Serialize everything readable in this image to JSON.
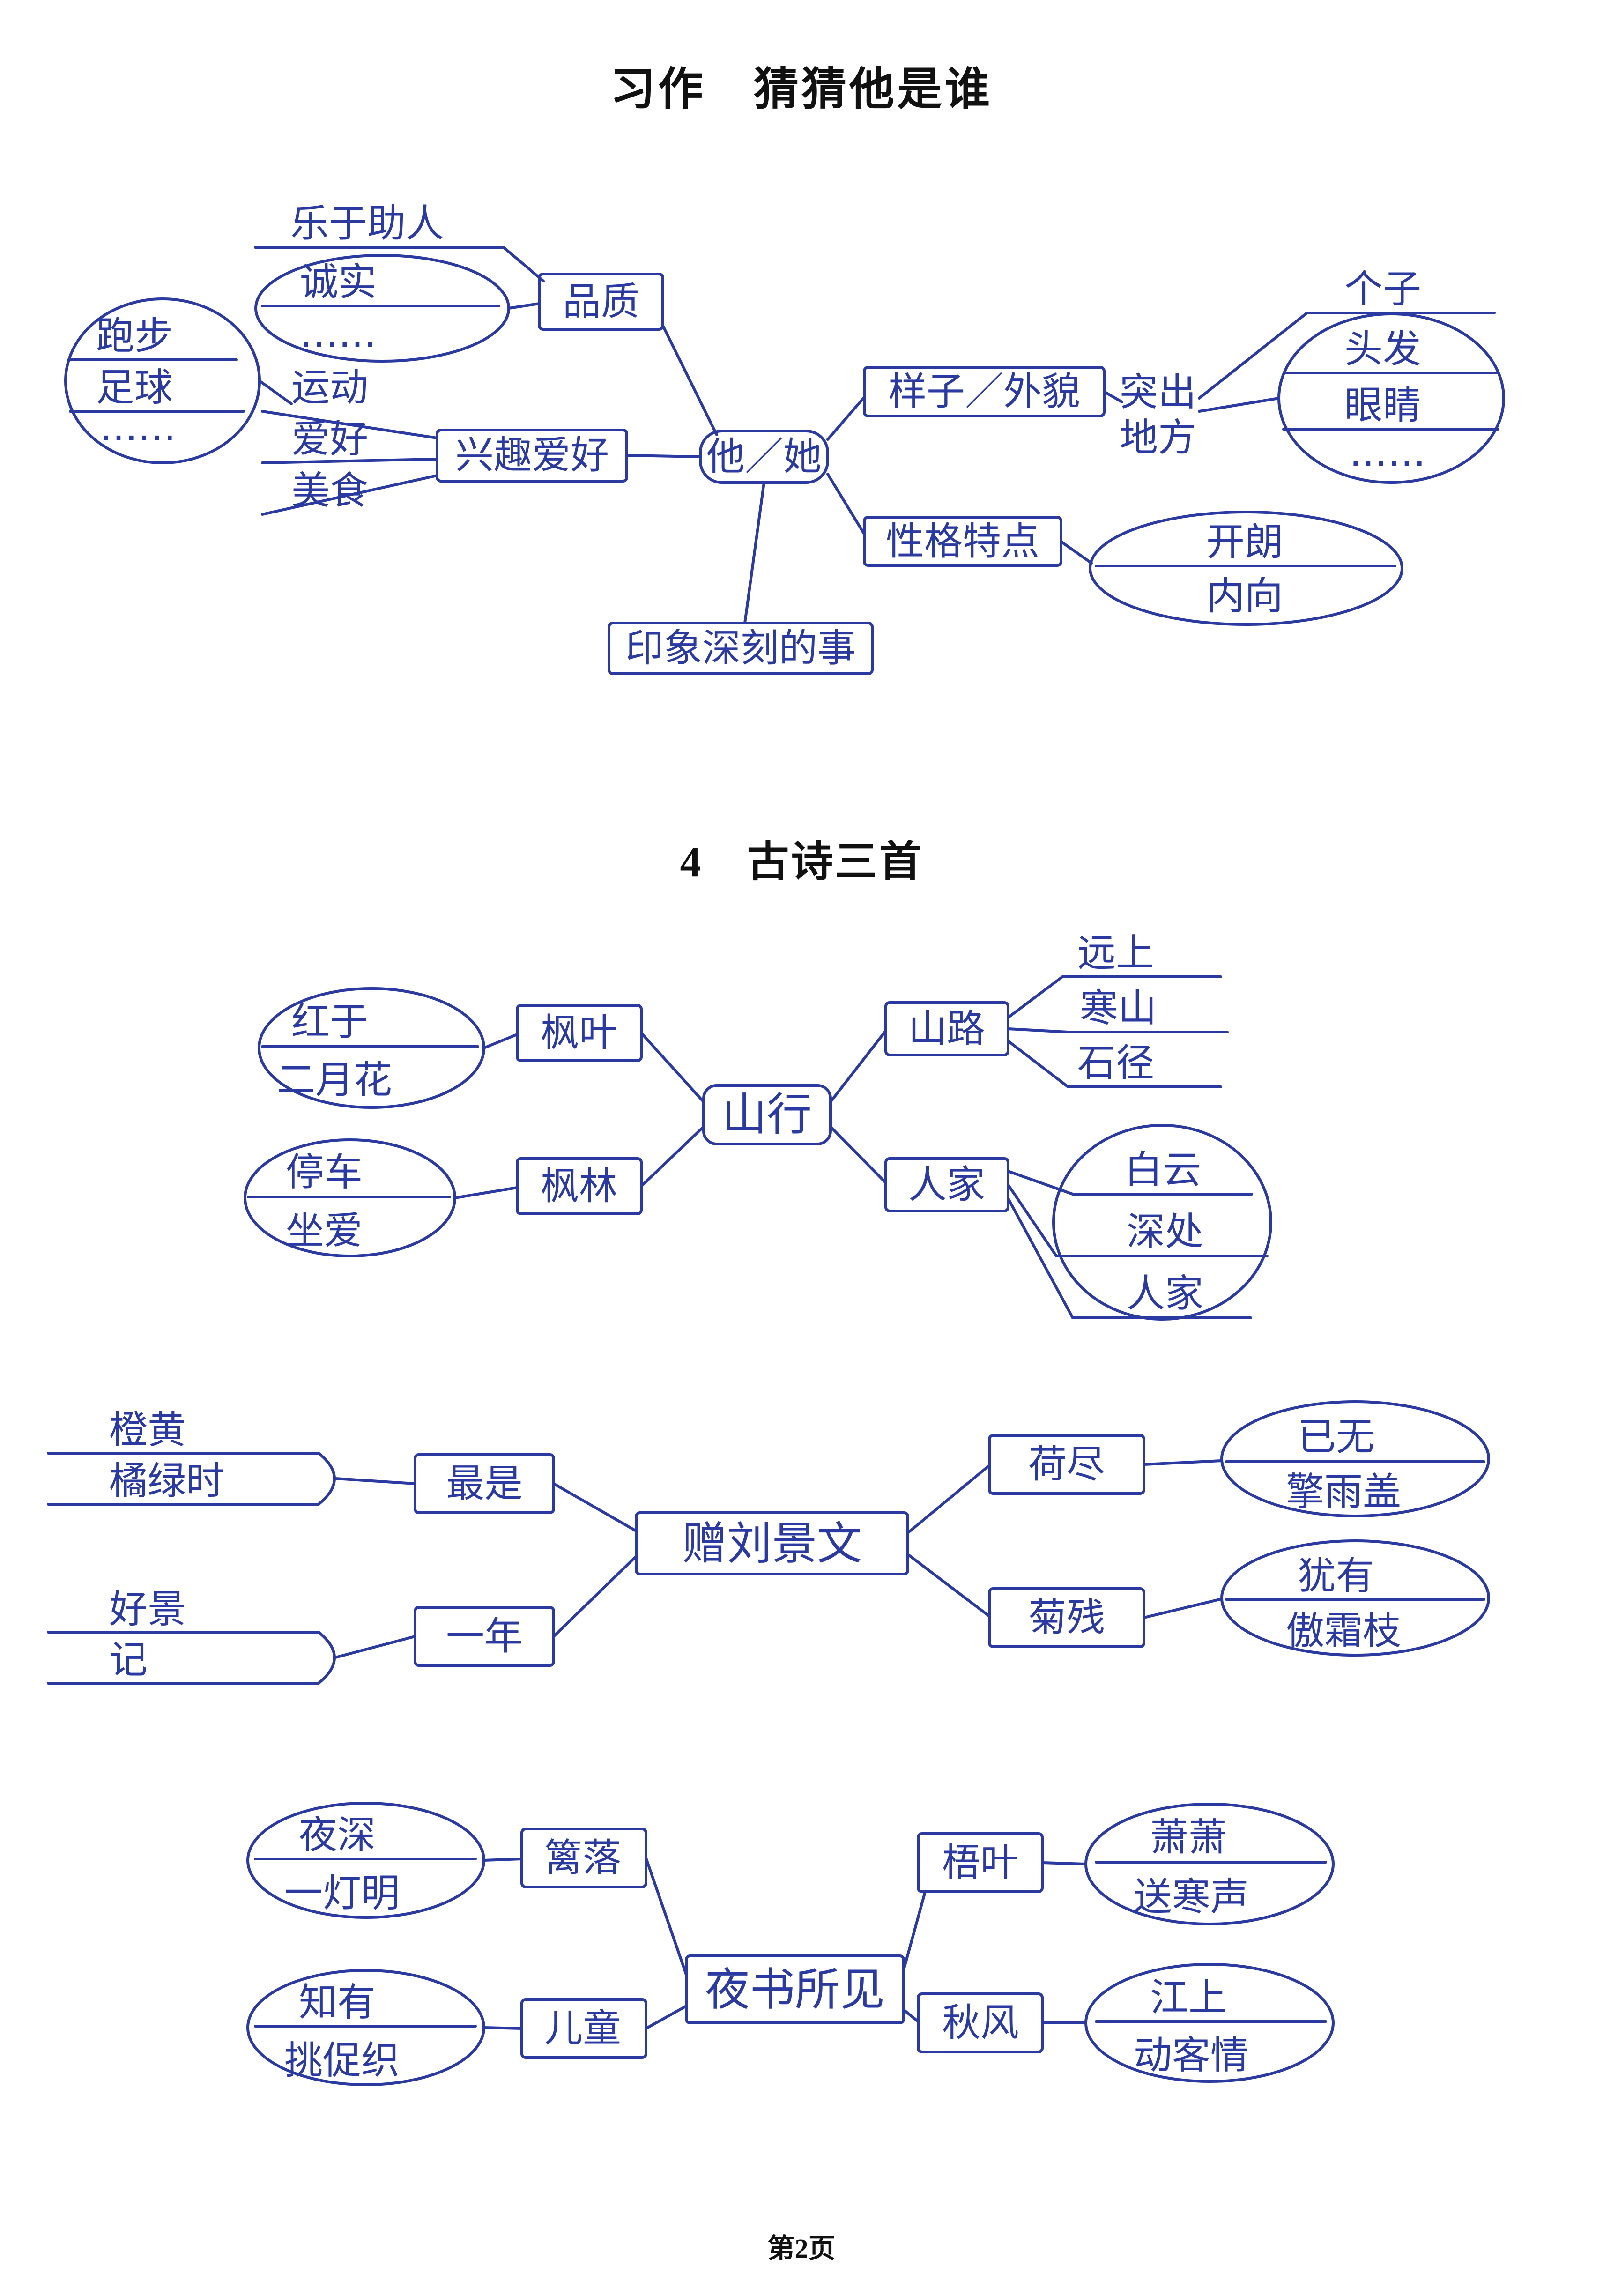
{
  "page": {
    "title": "习作　猜猜他是谁",
    "section_heading": "4　古诗三首",
    "footer": "第2页"
  },
  "colors": {
    "ink": "#2b3aa0",
    "heading": "#111111",
    "paper": "#ffffff"
  },
  "map1": {
    "center": "他／她",
    "quality": {
      "label": "品质",
      "items": [
        "乐于助人",
        "诚实",
        "……"
      ]
    },
    "sports": {
      "items": [
        "跑步",
        "足球",
        "……"
      ]
    },
    "hobby": {
      "label": "兴趣爱好",
      "items": [
        "运动",
        "爱好",
        "美食"
      ]
    },
    "appearance": {
      "label": "样子／外貌",
      "sub_top": "突出",
      "sub_bottom": "地方",
      "items": [
        "个子",
        "头发",
        "眼睛",
        "……"
      ]
    },
    "personality": {
      "label": "性格特点",
      "items": [
        "开朗",
        "内向"
      ]
    },
    "memory": {
      "label": "印象深刻的事"
    }
  },
  "map2": {
    "center": "山行",
    "left": [
      {
        "box": "枫叶",
        "lines": [
          "红于",
          "二月花"
        ]
      },
      {
        "box": "枫林",
        "lines": [
          "停车",
          "坐爱"
        ]
      }
    ],
    "right": [
      {
        "box": "山路",
        "lines": [
          "远上",
          "寒山",
          "石径"
        ]
      },
      {
        "box": "人家",
        "lines": [
          "白云",
          "深处",
          "人家"
        ]
      }
    ]
  },
  "map3": {
    "center": "赠刘景文",
    "left": [
      {
        "box": "最是",
        "lines": [
          "橙黄",
          "橘绿时"
        ]
      },
      {
        "box": "一年",
        "lines": [
          "好景",
          "记"
        ]
      }
    ],
    "right": [
      {
        "box": "荷尽",
        "lines": [
          "已无",
          "擎雨盖"
        ]
      },
      {
        "box": "菊残",
        "lines": [
          "犹有",
          "傲霜枝"
        ]
      }
    ]
  },
  "map4": {
    "center": "夜书所见",
    "left": [
      {
        "box": "篱落",
        "lines": [
          "夜深",
          "一灯明"
        ]
      },
      {
        "box": "儿童",
        "lines": [
          "知有",
          "挑促织"
        ]
      }
    ],
    "right": [
      {
        "box": "梧叶",
        "lines": [
          "萧萧",
          "送寒声"
        ]
      },
      {
        "box": "秋风",
        "lines": [
          "江上",
          "动客情"
        ]
      }
    ]
  }
}
